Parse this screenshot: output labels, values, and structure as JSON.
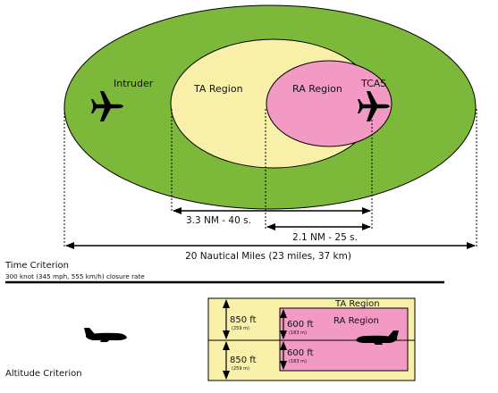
{
  "top": {
    "intruder_label": "Intruder",
    "ta_label": "TA Region",
    "ra_label": "RA Region",
    "tcas_label": "TCAS",
    "dim_ta": "3.3 NM - 40 s.",
    "dim_ra": "2.1 NM - 25 s.",
    "dim_total": "20 Nautical Miles (23 miles, 37 km)"
  },
  "time": {
    "title": "Time Criterion",
    "subtitle": "300 knot (345 mph, 555 km/h) closure rate"
  },
  "altitude": {
    "title": "Altitude Criterion",
    "ta_label": "TA Region",
    "ra_label": "RA Region",
    "upper_850": "850 ft",
    "upper_850_m": "(259 m)",
    "lower_850": "850 ft",
    "lower_850_m": "(259 m)",
    "upper_600": "600 ft",
    "upper_600_m": "(183 m)",
    "lower_600": "600 ft",
    "lower_600_m": "(183 m)"
  },
  "colors": {
    "outer_region": "#7cb83a",
    "ta_region": "#f8f0a8",
    "ra_region": "#f29ac4"
  },
  "icons": [
    "airplane-top-view-icon",
    "airplane-side-view-icon"
  ]
}
